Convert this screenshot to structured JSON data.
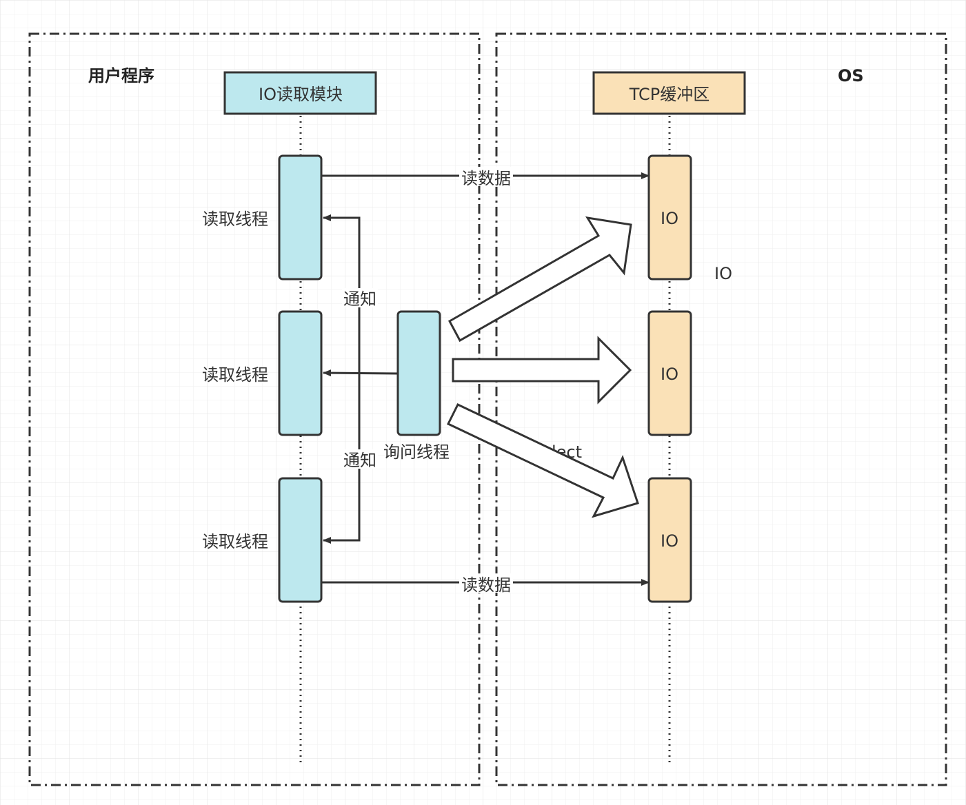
{
  "regions": {
    "user_program": "用户程序",
    "os": "OS"
  },
  "headers": {
    "io_module": "IO读取模块",
    "tcp_buffer": "TCP缓冲区"
  },
  "threads": {
    "read_thread_1": "读取线程",
    "read_thread_2": "读取线程",
    "read_thread_3": "读取线程",
    "query_thread": "询问线程"
  },
  "io_blocks": {
    "io_1": "IO",
    "io_2": "IO",
    "io_3": "IO",
    "io_side_label": "IO"
  },
  "arrows": {
    "read_data_top": "读数据",
    "read_data_bottom": "读数据",
    "notify_top": "通知",
    "notify_bottom": "通知",
    "select_partial": "lect"
  },
  "colors": {
    "thread_fill": "#bde8ee",
    "io_fill": "#fae1b7",
    "stroke": "#333333",
    "grid": "#e6e6e6"
  }
}
